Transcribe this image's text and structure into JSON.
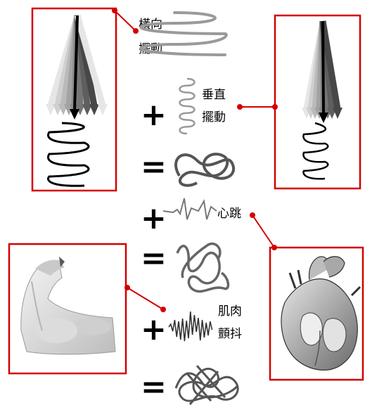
{
  "labels": {
    "horizontal_line1": "橫向",
    "horizontal_line2": "擺動",
    "vertical_line1": "垂直",
    "vertical_line2": "擺動",
    "heartbeat": "心跳",
    "tremor_line1": "肌肉",
    "tremor_line2": "顫抖"
  },
  "operators": {
    "plus": "+",
    "equals": "="
  },
  "colors": {
    "frame": "#d40000",
    "connector": "#d40000",
    "wave_dark": "#111111",
    "wave_grey": "#9a9a9a"
  },
  "icons": [
    "pen-fan-left",
    "pen-fan-right",
    "flexed-arm",
    "anatomical-heart"
  ]
}
